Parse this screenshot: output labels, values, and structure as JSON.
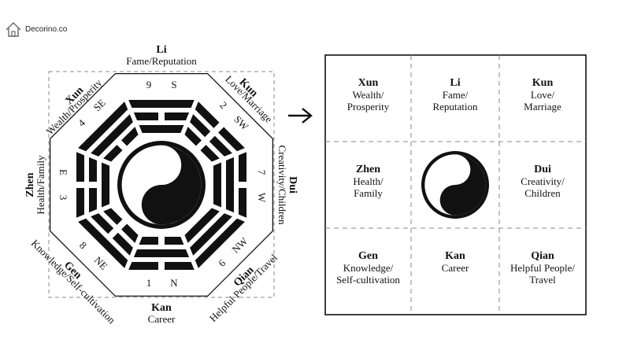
{
  "brand": {
    "name": "Decorino.co",
    "icon": "house-logo-icon"
  },
  "colors": {
    "ink": "#111111",
    "guide": "#8a8a8a",
    "paper": "#ffffff"
  },
  "left_bagua": {
    "areas": [
      {
        "id": "li",
        "name": "Li",
        "desc": [
          "Fame/Reputation"
        ],
        "direction": "S",
        "number": "9"
      },
      {
        "id": "kun",
        "name": "Kun",
        "desc": [
          "Love/Marriage"
        ],
        "direction": "SW",
        "number": "2"
      },
      {
        "id": "dui",
        "name": "Dui",
        "desc": [
          "Creativity/Children"
        ],
        "direction": "W",
        "number": "7"
      },
      {
        "id": "qian",
        "name": "Qian",
        "desc": [
          "Helpful People/Travel"
        ],
        "direction": "NW",
        "number": "6"
      },
      {
        "id": "kan",
        "name": "Kan",
        "desc": [
          "Career"
        ],
        "direction": "N",
        "number": "1"
      },
      {
        "id": "gen",
        "name": "Gen",
        "desc": [
          "Knowledge/Self-cultivation"
        ],
        "direction": "NE",
        "number": "8"
      },
      {
        "id": "zhen",
        "name": "Zhen",
        "desc": [
          "Health/Family"
        ],
        "direction": "E",
        "number": "3"
      },
      {
        "id": "xun",
        "name": "Xun",
        "desc": [
          "Wealth/Prosperity"
        ],
        "direction": "SE",
        "number": "4"
      }
    ]
  },
  "arrow": {
    "icon": "arrow-right-icon"
  },
  "grid": {
    "cells": [
      {
        "id": "xun",
        "name": "Xun",
        "desc": [
          "Wealth/",
          "Prosperity"
        ]
      },
      {
        "id": "li",
        "name": "Li",
        "desc": [
          "Fame/",
          "Reputation"
        ]
      },
      {
        "id": "kun",
        "name": "Kun",
        "desc": [
          "Love/",
          "Marriage"
        ]
      },
      {
        "id": "zhen",
        "name": "Zhen",
        "desc": [
          "Health/",
          "Family"
        ]
      },
      {
        "id": "center",
        "name": "",
        "desc": [],
        "icon": "yin-yang-icon"
      },
      {
        "id": "dui",
        "name": "Dui",
        "desc": [
          "Creativity/",
          "Children"
        ]
      },
      {
        "id": "gen",
        "name": "Gen",
        "desc": [
          "Knowledge/",
          "Self-cultivation"
        ]
      },
      {
        "id": "kan",
        "name": "Kan",
        "desc": [
          "Career"
        ]
      },
      {
        "id": "qian",
        "name": "Qian",
        "desc": [
          "Helpful People/",
          "Travel"
        ]
      }
    ]
  }
}
